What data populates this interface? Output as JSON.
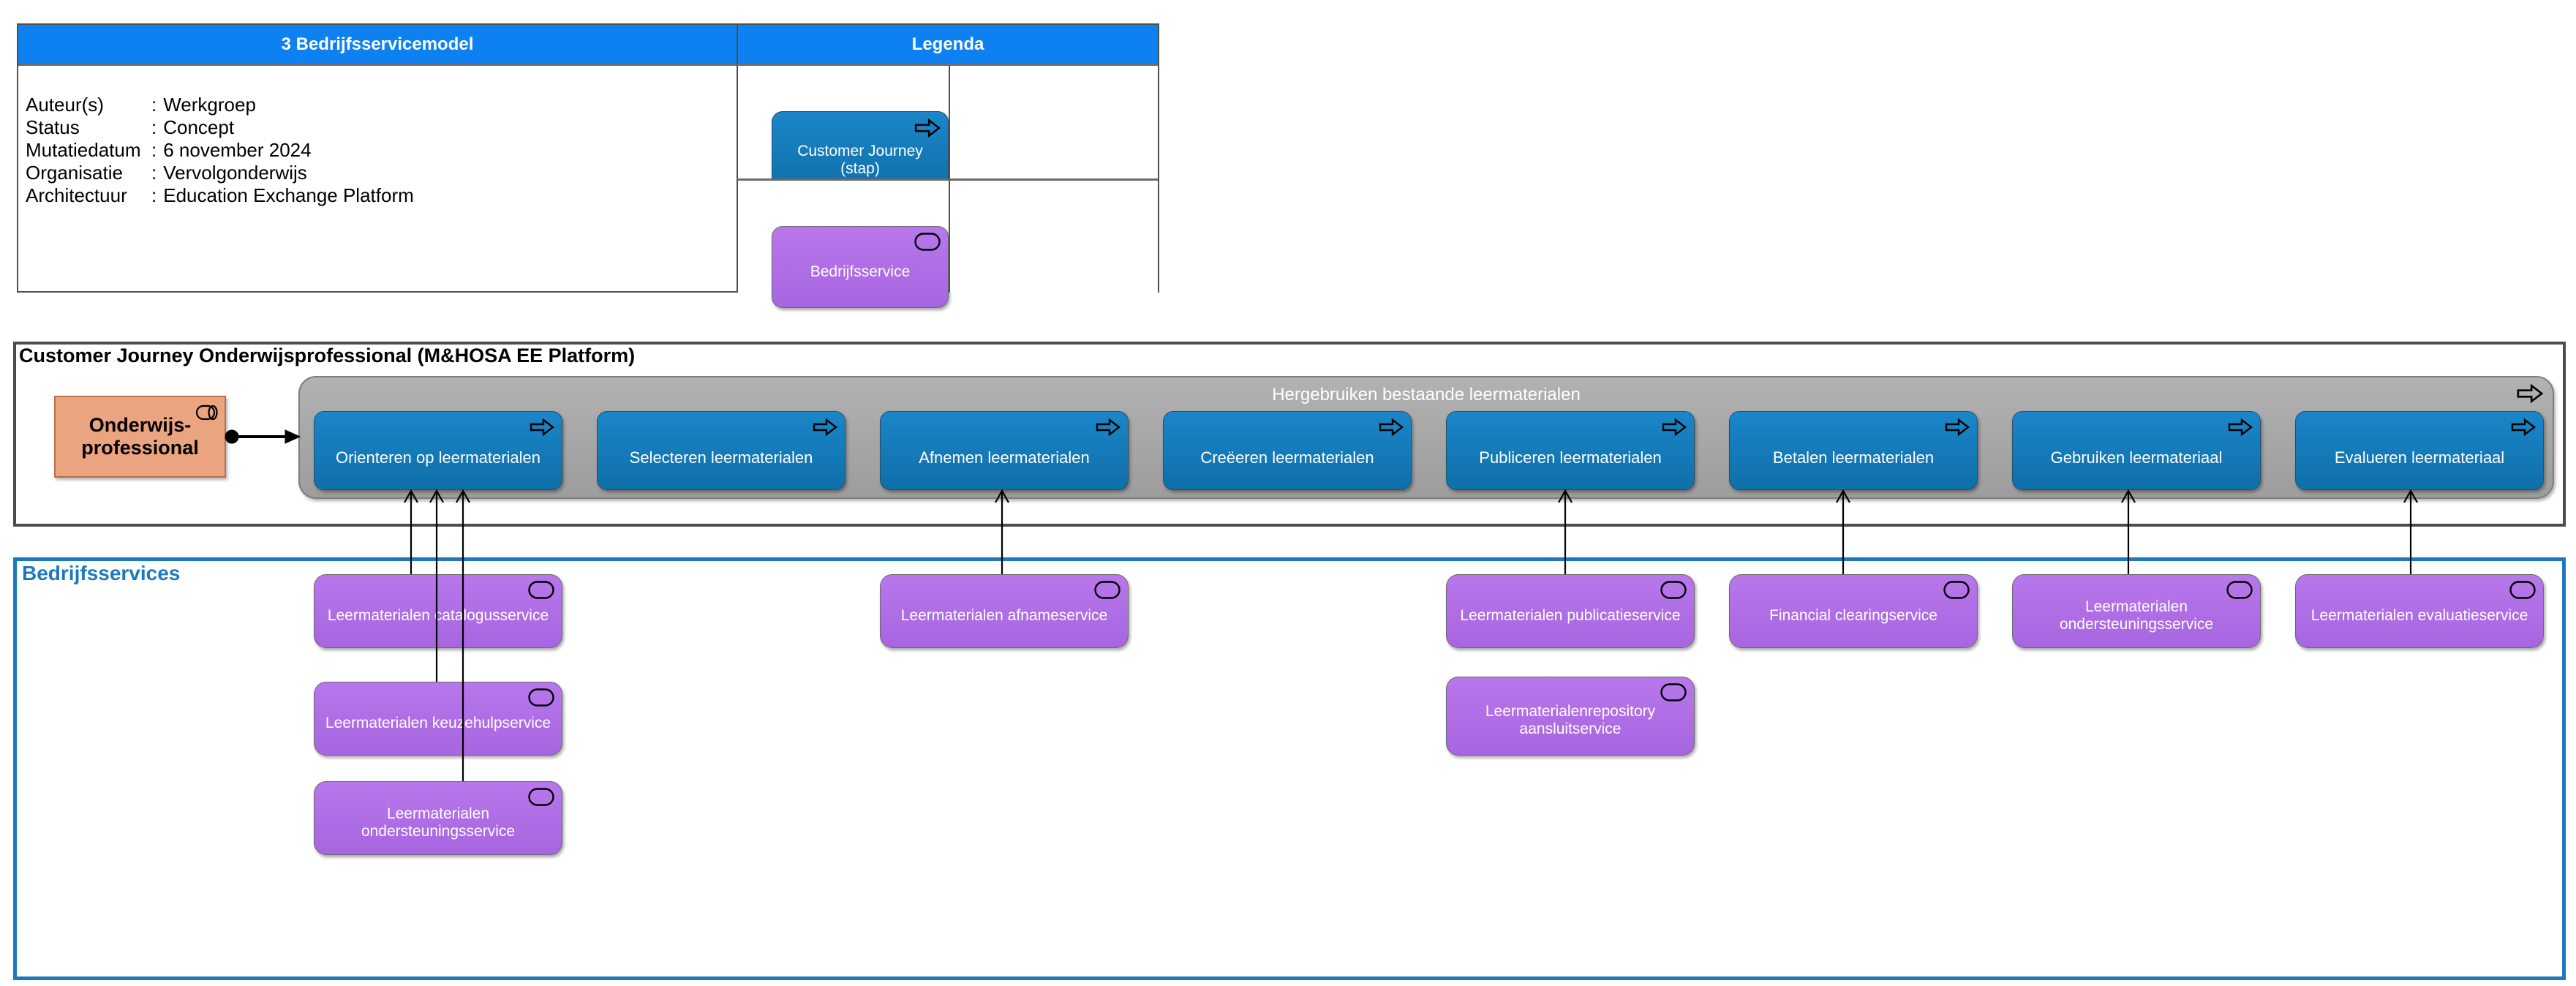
{
  "info_table": {
    "title": "3 Bedrijfsservicemodel",
    "legend_header": "Legenda",
    "separator": ":",
    "fields": [
      {
        "label": "Auteur(s)",
        "value": "Werkgroep"
      },
      {
        "label": "Status",
        "value": "Concept"
      },
      {
        "label": "Mutatiedatum",
        "value": "6 november 2024"
      },
      {
        "label": "Organisatie",
        "value": "Vervolgonderwijs"
      },
      {
        "label": "Architectuur",
        "value": "Education Exchange Platform"
      }
    ],
    "legend": [
      {
        "label": "Customer Journey (stap)",
        "icon": "block-arrow-right-icon"
      },
      {
        "label": "Bedrijfsservice",
        "icon": "service-pill-icon"
      }
    ]
  },
  "journey": {
    "title": "Customer Journey Onderwijsprofessional (M&HOSA EE Platform)",
    "actor": {
      "label": "Onderwijs-professional",
      "icon": "business-role-icon"
    },
    "group_title": "Hergebruiken bestaande leermaterialen",
    "steps": [
      {
        "label": "Orienteren op leermaterialen"
      },
      {
        "label": "Selecteren leermaterialen"
      },
      {
        "label": "Afnemen leermaterialen"
      },
      {
        "label": "Creëeren leermaterialen"
      },
      {
        "label": "Publiceren leermaterialen"
      },
      {
        "label": "Betalen leermaterialen"
      },
      {
        "label": "Gebruiken leermateriaal"
      },
      {
        "label": "Evalueren leermateriaal"
      }
    ]
  },
  "services": {
    "title": "Bedrijfsservices",
    "items": [
      {
        "label": "Leermaterialen catalogusservice"
      },
      {
        "label": "Leermaterialen keuzehulpservice"
      },
      {
        "label": "Leermaterialen ondersteuningsservice"
      },
      {
        "label": "Leermaterialen afnameservice"
      },
      {
        "label": "Leermaterialen publicatieservice"
      },
      {
        "label": "Leermaterialenrepository aansluitservice"
      },
      {
        "label": "Financial clearingservice"
      },
      {
        "label": "Leermaterialen ondersteuningsservice"
      },
      {
        "label": "Leermaterialen evaluatieservice"
      }
    ]
  },
  "colors": {
    "header_blue": "#0d80f2",
    "step_blue": "#1478bc",
    "service_purple": "#b06fe8",
    "actor_orange": "#eba480",
    "group_gray": "#a8a8a8",
    "services_border": "#1d79be"
  }
}
